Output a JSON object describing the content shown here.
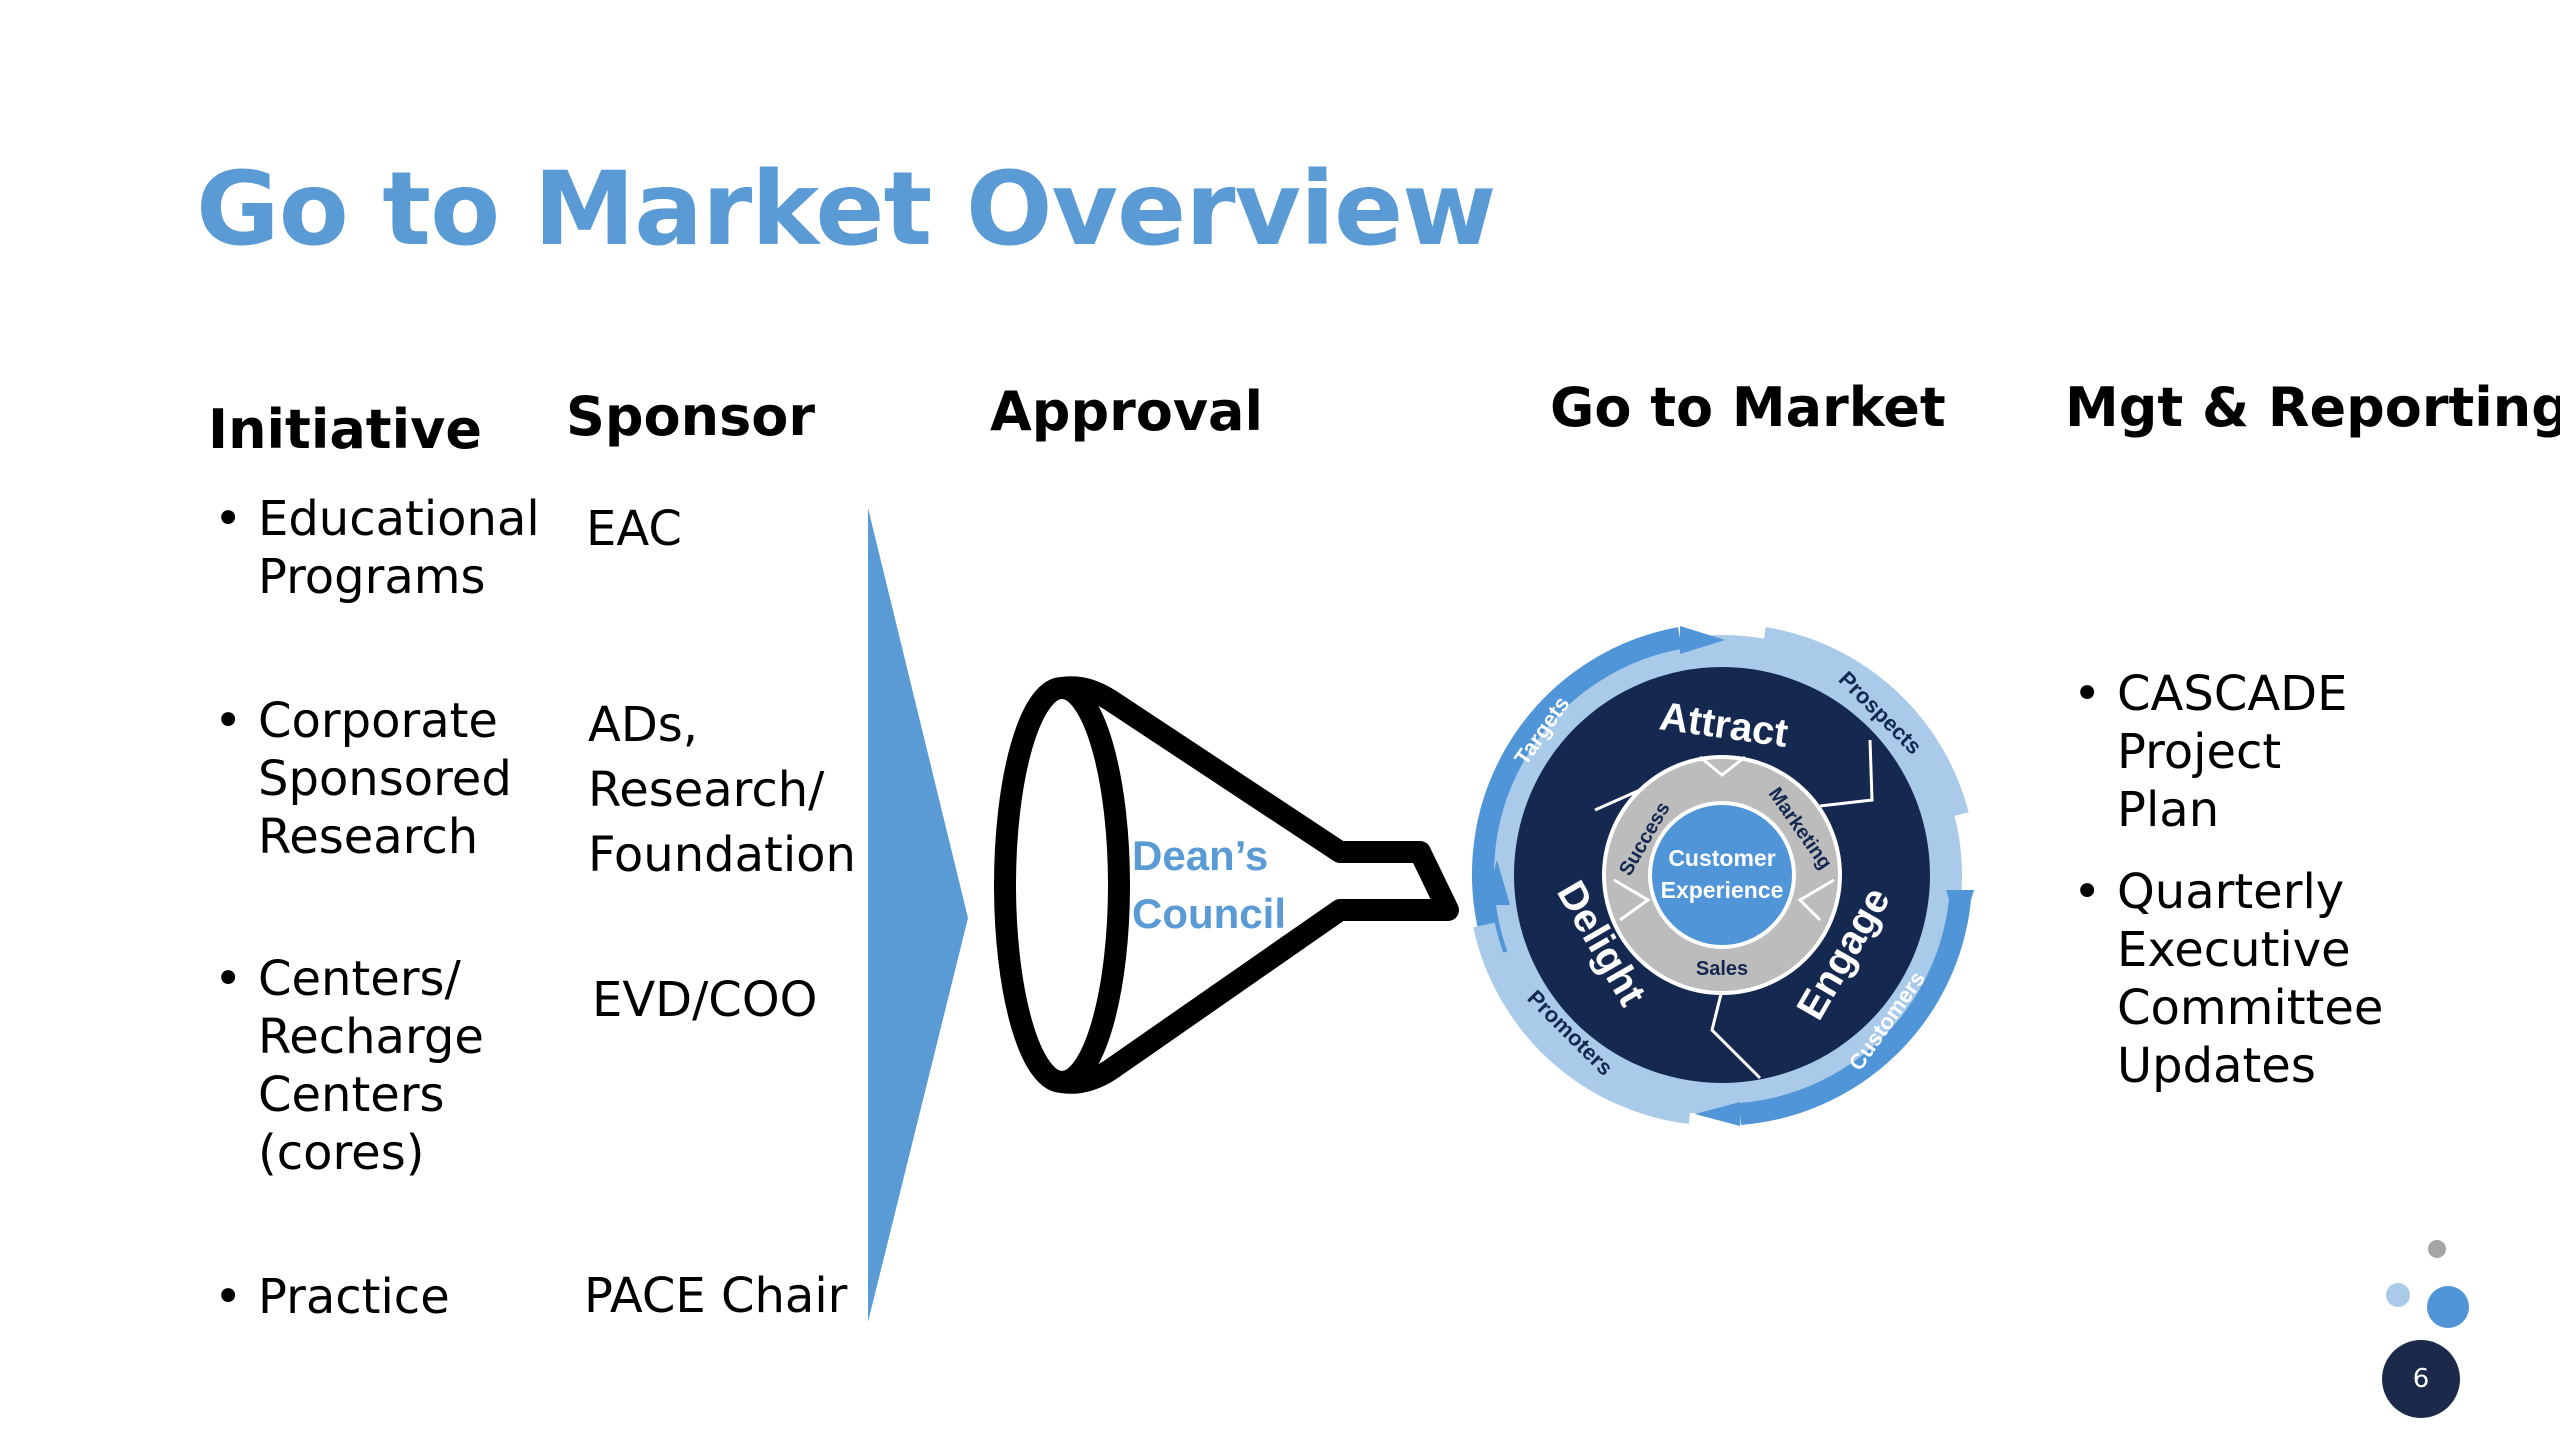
{
  "title": "Go to Market Overview",
  "headers": {
    "initiative": "Initiative",
    "sponsor": "Sponsor",
    "approval": "Approval",
    "go_to_market": "Go to Market",
    "mgt_reporting": "Mgt & Reporting"
  },
  "initiatives": [
    {
      "lines": [
        "Educational",
        "Programs"
      ]
    },
    {
      "lines": [
        "Corporate",
        "Sponsored",
        "Research"
      ]
    },
    {
      "lines": [
        "Centers/",
        "Recharge",
        "Centers",
        "(cores)"
      ]
    },
    {
      "lines": [
        "Practice"
      ]
    }
  ],
  "sponsors": [
    {
      "lines": [
        "EAC"
      ]
    },
    {
      "lines": [
        "ADs,",
        "Research/",
        "Foundation"
      ]
    },
    {
      "lines": [
        "EVD/COO"
      ]
    },
    {
      "lines": [
        "PACE Chair"
      ]
    }
  ],
  "funnel": {
    "label_line1": "Dean’s",
    "label_line2": "Council"
  },
  "flywheel": {
    "phases": [
      "Attract",
      "Engage",
      "Delight"
    ],
    "stages": [
      "Targets",
      "Prospects",
      "Customers",
      "Promoters"
    ],
    "inner": [
      "Marketing",
      "Sales",
      "Success"
    ],
    "center_line1": "Customer",
    "center_line2": "Experience"
  },
  "reporting": [
    {
      "lines": [
        "CASCADE Project",
        "Plan"
      ]
    },
    {
      "lines": [
        "Quarterly",
        "Executive",
        "Committee",
        "Updates"
      ]
    }
  ],
  "page_number": "6",
  "colors": {
    "accent": "#5b9bd5",
    "navy": "#1b2a4a",
    "light_blue": "#a9cbe9",
    "grey": "#bcbcbc"
  }
}
